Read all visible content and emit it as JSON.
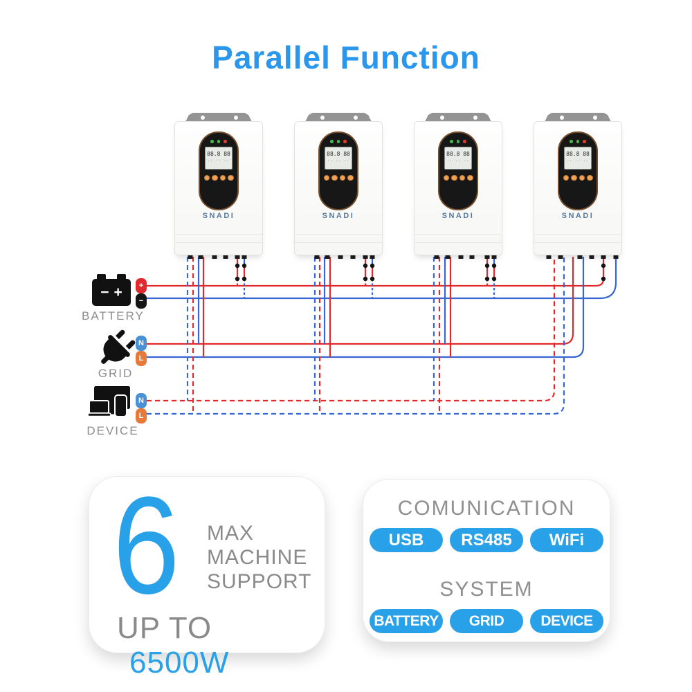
{
  "title": {
    "text": "Parallel Function"
  },
  "inverter": {
    "logo": "SNADI",
    "display_reading": "88.8 88",
    "count": 4
  },
  "endpoints": [
    {
      "label": "BATTERY",
      "terminals": [
        {
          "label": "+"
        },
        {
          "label": "−"
        }
      ]
    },
    {
      "label": "GRID",
      "terminals": [
        {
          "label": "N"
        },
        {
          "label": "L"
        }
      ]
    },
    {
      "label": "DEVICE",
      "terminals": [
        {
          "label": "N"
        },
        {
          "label": "L"
        }
      ]
    }
  ],
  "cards": {
    "support": {
      "number": "6",
      "lines": [
        "MAX",
        "MACHINE",
        "SUPPORT"
      ],
      "up_to": "UP TO",
      "power": "6500W"
    },
    "features": {
      "comm_heading": "COMUNICATION",
      "comm_pills": [
        "USB",
        "RS485",
        "WiFi"
      ],
      "system_heading": "SYSTEM",
      "system_pills": [
        "BATTERY",
        "GRID",
        "DEVICE"
      ]
    }
  },
  "colors": {
    "accent": "#29a1e8",
    "title_blue": "#2b97ec",
    "wire_red": "#e4292c",
    "wire_blue": "#3766d2",
    "badge_n": "#4a90d5",
    "badge_l": "#e57a3b",
    "badge_plus": "#e02a2e",
    "badge_minus": "#161616",
    "gray_text": "#8a8a8a",
    "brand_blue": "#56799f"
  }
}
